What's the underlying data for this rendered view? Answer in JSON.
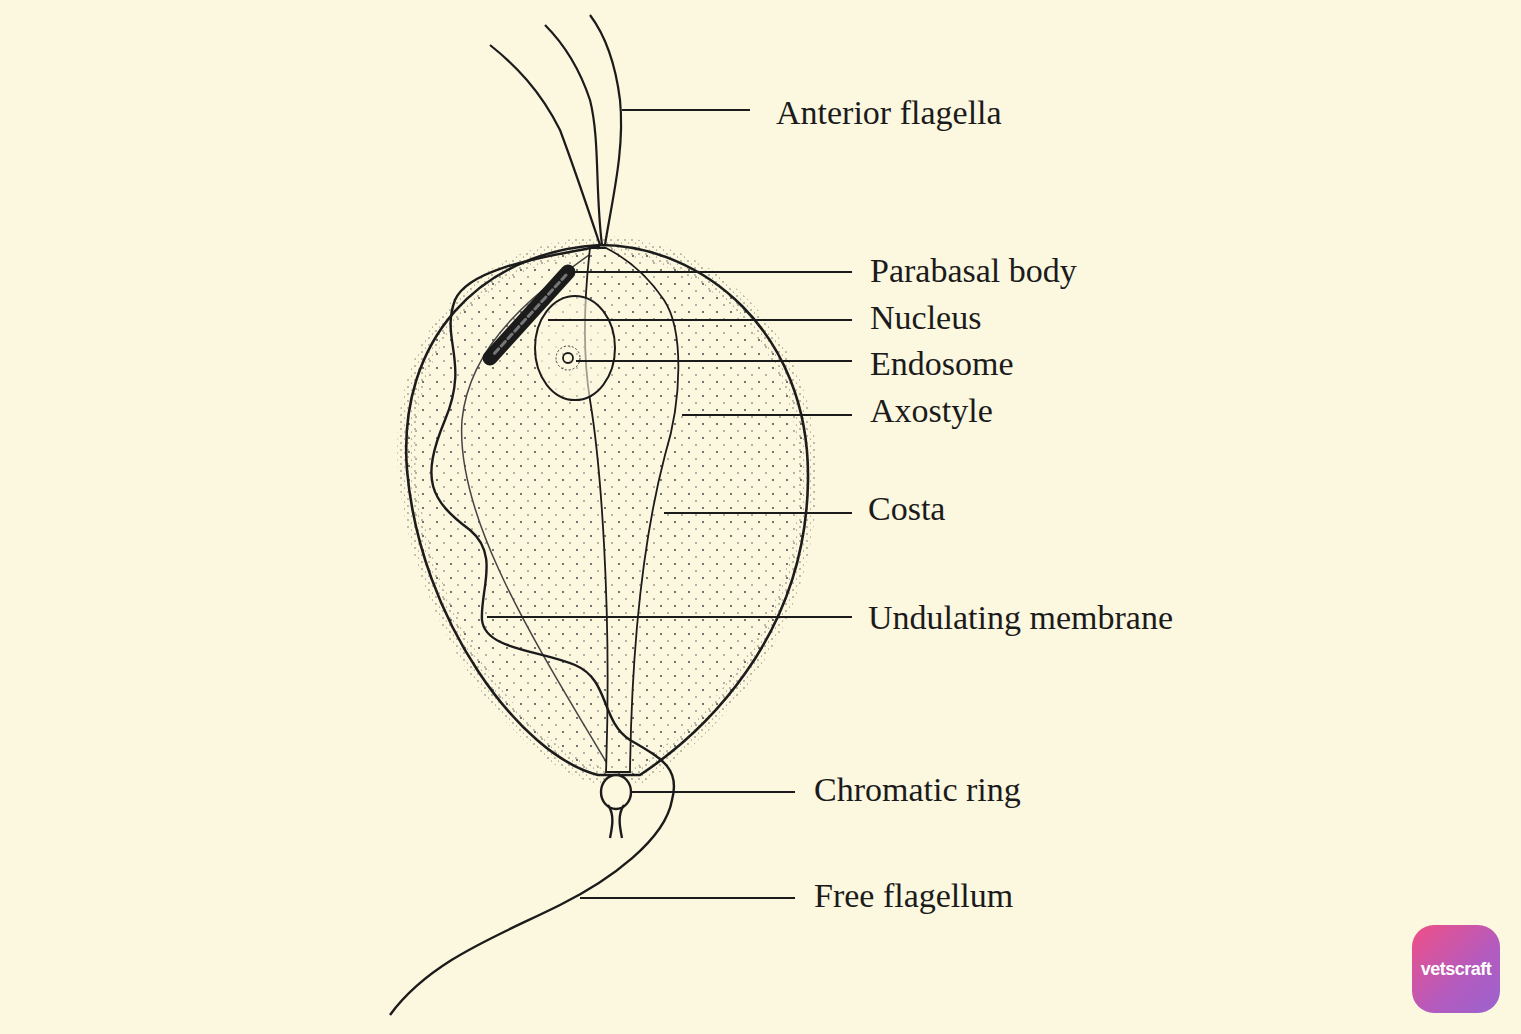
{
  "diagram": {
    "labels": [
      "Anterior flagella",
      "Parabasal body",
      "Nucleus",
      "Endosome",
      "Axostyle",
      "Costa",
      "Undulating membrane",
      "Chromatic ring",
      "Free flagellum",
      "vetscraft"
    ]
  }
}
